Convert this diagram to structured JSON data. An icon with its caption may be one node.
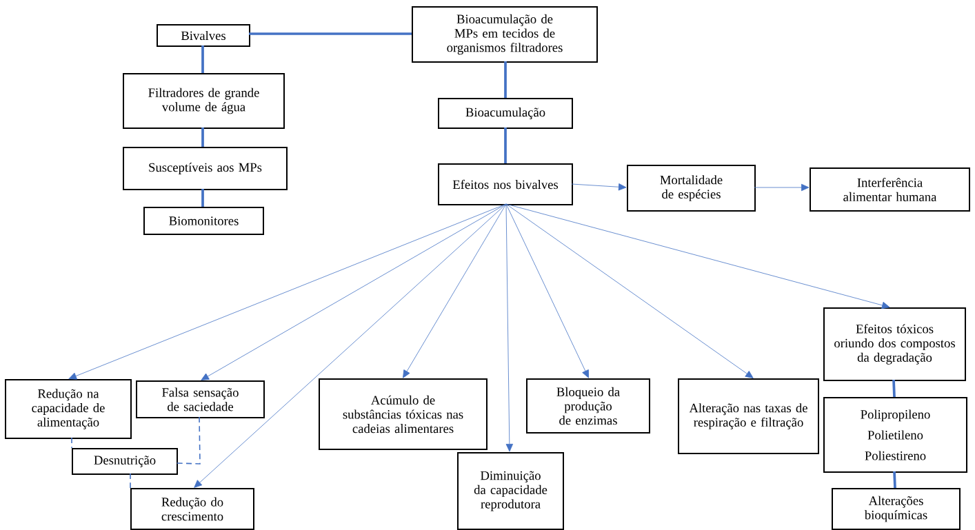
{
  "diagram": {
    "nodes": [
      {
        "text": [
          "Bioacumulação de MPs em tecidos de organismos filtradores"
        ]
      },
      {
        "text": [
          "Bivalves"
        ]
      },
      {
        "text": [
          "Filtradores de grande volume de água"
        ]
      },
      {
        "text": [
          "Susceptíveis aos MPs"
        ]
      },
      {
        "text": [
          "Biomonitores"
        ]
      },
      {
        "text": [
          "Bioacumulação"
        ]
      },
      {
        "text": [
          "Efeitos nos bivalves"
        ]
      },
      {
        "text": [
          "Mortalidade de espécies"
        ]
      },
      {
        "text": [
          "Interferência alimentar humana"
        ]
      },
      {
        "text": [
          "Redução na capacidade de alimentação"
        ]
      },
      {
        "text": [
          "Falsa sensação de saciedade"
        ]
      },
      {
        "text": [
          "Acúmulo de substâncias tóxicas nas cadeias alimentares"
        ]
      },
      {
        "text": [
          "Bloqueio da produção de enzimas"
        ]
      },
      {
        "text": [
          "Alteração nas taxas de respiração e filtração"
        ]
      },
      {
        "text": [
          "Efeitos tóxicos oriundo dos compostos da degradação"
        ]
      },
      {
        "text": [
          "Polipropileno",
          "Polietileno",
          "Poliestireno"
        ]
      },
      {
        "text": [
          "Desnutrição"
        ]
      },
      {
        "text": [
          "Diminuição da capacidade reprodutora"
        ]
      },
      {
        "text": [
          "Redução do crescimento"
        ]
      },
      {
        "text": [
          "Alterações bioquímicas"
        ]
      }
    ],
    "edges": [
      {
        "from": 0,
        "to": 1,
        "arrow": "none",
        "style": "thick"
      },
      {
        "from": 1,
        "to": 2,
        "arrow": "none",
        "style": "thick"
      },
      {
        "from": 2,
        "to": 3,
        "arrow": "none",
        "style": "thick"
      },
      {
        "from": 3,
        "to": 4,
        "arrow": "none",
        "style": "thick"
      },
      {
        "from": 0,
        "to": 5,
        "arrow": "none",
        "style": "thick"
      },
      {
        "from": 5,
        "to": 6,
        "arrow": "none",
        "style": "thick"
      },
      {
        "from": 6,
        "to": 7,
        "arrow": "to"
      },
      {
        "from": 7,
        "to": 8,
        "arrow": "to"
      },
      {
        "from": 6,
        "to": 9,
        "arrow": "to"
      },
      {
        "from": 6,
        "to": 10,
        "arrow": "to"
      },
      {
        "from": 6,
        "to": 18,
        "arrow": "to"
      },
      {
        "from": 6,
        "to": 11,
        "arrow": "to"
      },
      {
        "from": 6,
        "to": 17,
        "arrow": "to"
      },
      {
        "from": 6,
        "to": 12,
        "arrow": "to"
      },
      {
        "from": 6,
        "to": 13,
        "arrow": "to"
      },
      {
        "from": 6,
        "to": 14,
        "arrow": "to"
      },
      {
        "from": 14,
        "to": 15,
        "arrow": "none",
        "style": "thick"
      },
      {
        "from": 15,
        "to": 19,
        "arrow": "none",
        "style": "thick"
      },
      {
        "from": 9,
        "to": 16,
        "arrow": "none",
        "style": "dashed"
      },
      {
        "from": 10,
        "to": 16,
        "arrow": "none",
        "style": "dashed"
      },
      {
        "from": 16,
        "to": 18,
        "arrow": "none",
        "style": "dashed"
      }
    ]
  }
}
